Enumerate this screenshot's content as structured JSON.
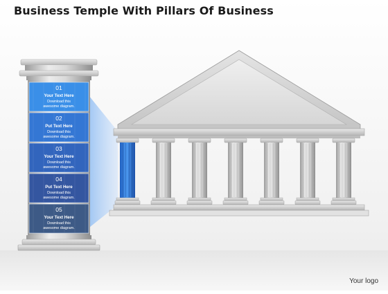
{
  "title": "Business Temple With Pillars Of Business",
  "logo": "Your logo",
  "colors": {
    "background_top": "#f3f3f3",
    "stone": "#d5d5d5",
    "stone_dark": "#9c9c9c",
    "accent_blue": "#2f7fe0",
    "accent_navy": "#3d5a86"
  },
  "segments": [
    {
      "num": "01",
      "title": "Your Text Here",
      "line1": "Download this",
      "line2": "awesome diagram."
    },
    {
      "num": "02",
      "title": "Put Text Here",
      "line1": "Download this",
      "line2": "awesome diagram."
    },
    {
      "num": "03",
      "title": "Your Text Here",
      "line1": "Download this",
      "line2": "awesome diagram."
    },
    {
      "num": "04",
      "title": "Put Text Here",
      "line1": "Download this",
      "line2": "awesome diagram."
    },
    {
      "num": "05",
      "title": "Your Text Here",
      "line1": "Download this",
      "line2": "awesome diagram."
    }
  ],
  "temple": {
    "column_count": 7,
    "highlighted_column": 1
  }
}
